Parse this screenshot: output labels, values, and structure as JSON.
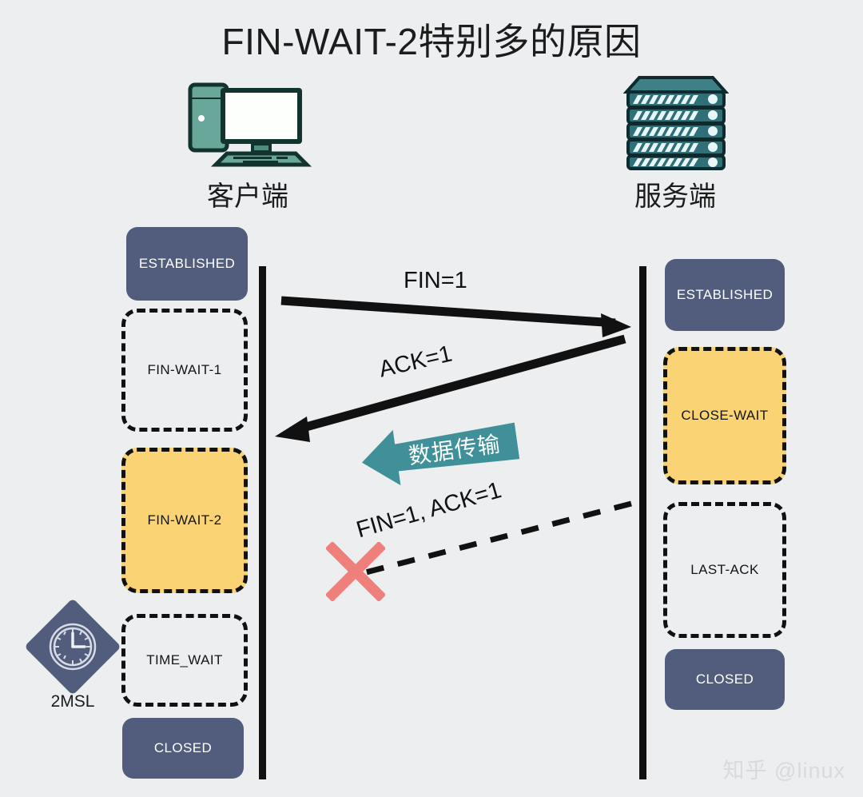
{
  "title": "FIN-WAIT-2特别多的原因",
  "endpoints": {
    "client": {
      "label": "客户端",
      "icon": "desktop-computer-icon"
    },
    "server": {
      "label": "服务端",
      "icon": "server-rack-icon"
    }
  },
  "client_states": [
    {
      "label": "ESTABLISHED",
      "style": "filled"
    },
    {
      "label": "FIN-WAIT-1",
      "style": "dashed"
    },
    {
      "label": "FIN-WAIT-2",
      "style": "dashed-accent"
    },
    {
      "label": "TIME_WAIT",
      "style": "dashed"
    },
    {
      "label": "CLOSED",
      "style": "filled"
    }
  ],
  "server_states": [
    {
      "label": "ESTABLISHED",
      "style": "filled"
    },
    {
      "label": "CLOSE-WAIT",
      "style": "dashed-accent"
    },
    {
      "label": "LAST-ACK",
      "style": "dashed"
    },
    {
      "label": "CLOSED",
      "style": "filled"
    }
  ],
  "messages": [
    {
      "label": "FIN=1",
      "direction": "client-to-server",
      "line": "solid"
    },
    {
      "label": "ACK=1",
      "direction": "server-to-client",
      "line": "solid"
    },
    {
      "label": "FIN=1, ACK=1",
      "direction": "server-to-client",
      "line": "dashed",
      "blocked": true
    }
  ],
  "banner": {
    "label": "数据传输",
    "direction": "left"
  },
  "timer": {
    "label": "2MSL",
    "icon": "clock-icon"
  },
  "watermark": "知乎 @linux",
  "colors": {
    "background": "#eceef0",
    "state_filled": "#525d7d",
    "state_accent": "#fad474",
    "banner_teal": "#3f9099",
    "blocked_red": "#ef7f7a",
    "line": "#111111",
    "watermark": "#d8dade"
  }
}
